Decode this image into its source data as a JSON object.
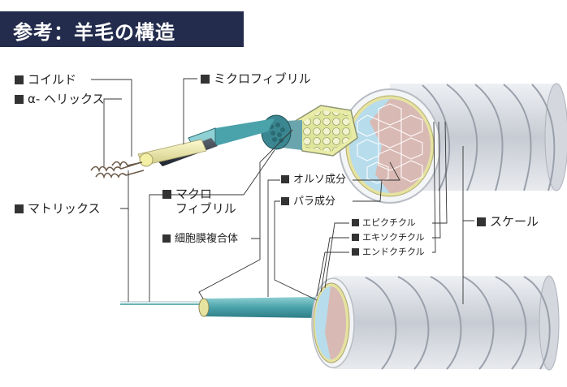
{
  "title": "参考：羊毛の構造",
  "labels": {
    "coiled": "コイルド",
    "alpha_helix": "α- ヘリックス",
    "microfibril": "ミクロフィブリル",
    "matrix": "マトリックス",
    "macrofibril_line1": "マクロ",
    "macrofibril_line2": "フィブリル",
    "ortho": "オルソ成分",
    "para": "パラ成分",
    "cell_membrane": "細胞膜複合体",
    "epicuticle": "エピクチクル",
    "exocuticle": "エキソクチクル",
    "endocuticle": "エンドクチクル",
    "scale": "スケール"
  },
  "colors": {
    "title_bg": "#232c4d",
    "ortho": "#b7dcec",
    "para": "#d9b9b3",
    "fibril": "#5fb3b9",
    "scale": "#dfe1e6",
    "cuticle": "#e7e3a8"
  }
}
